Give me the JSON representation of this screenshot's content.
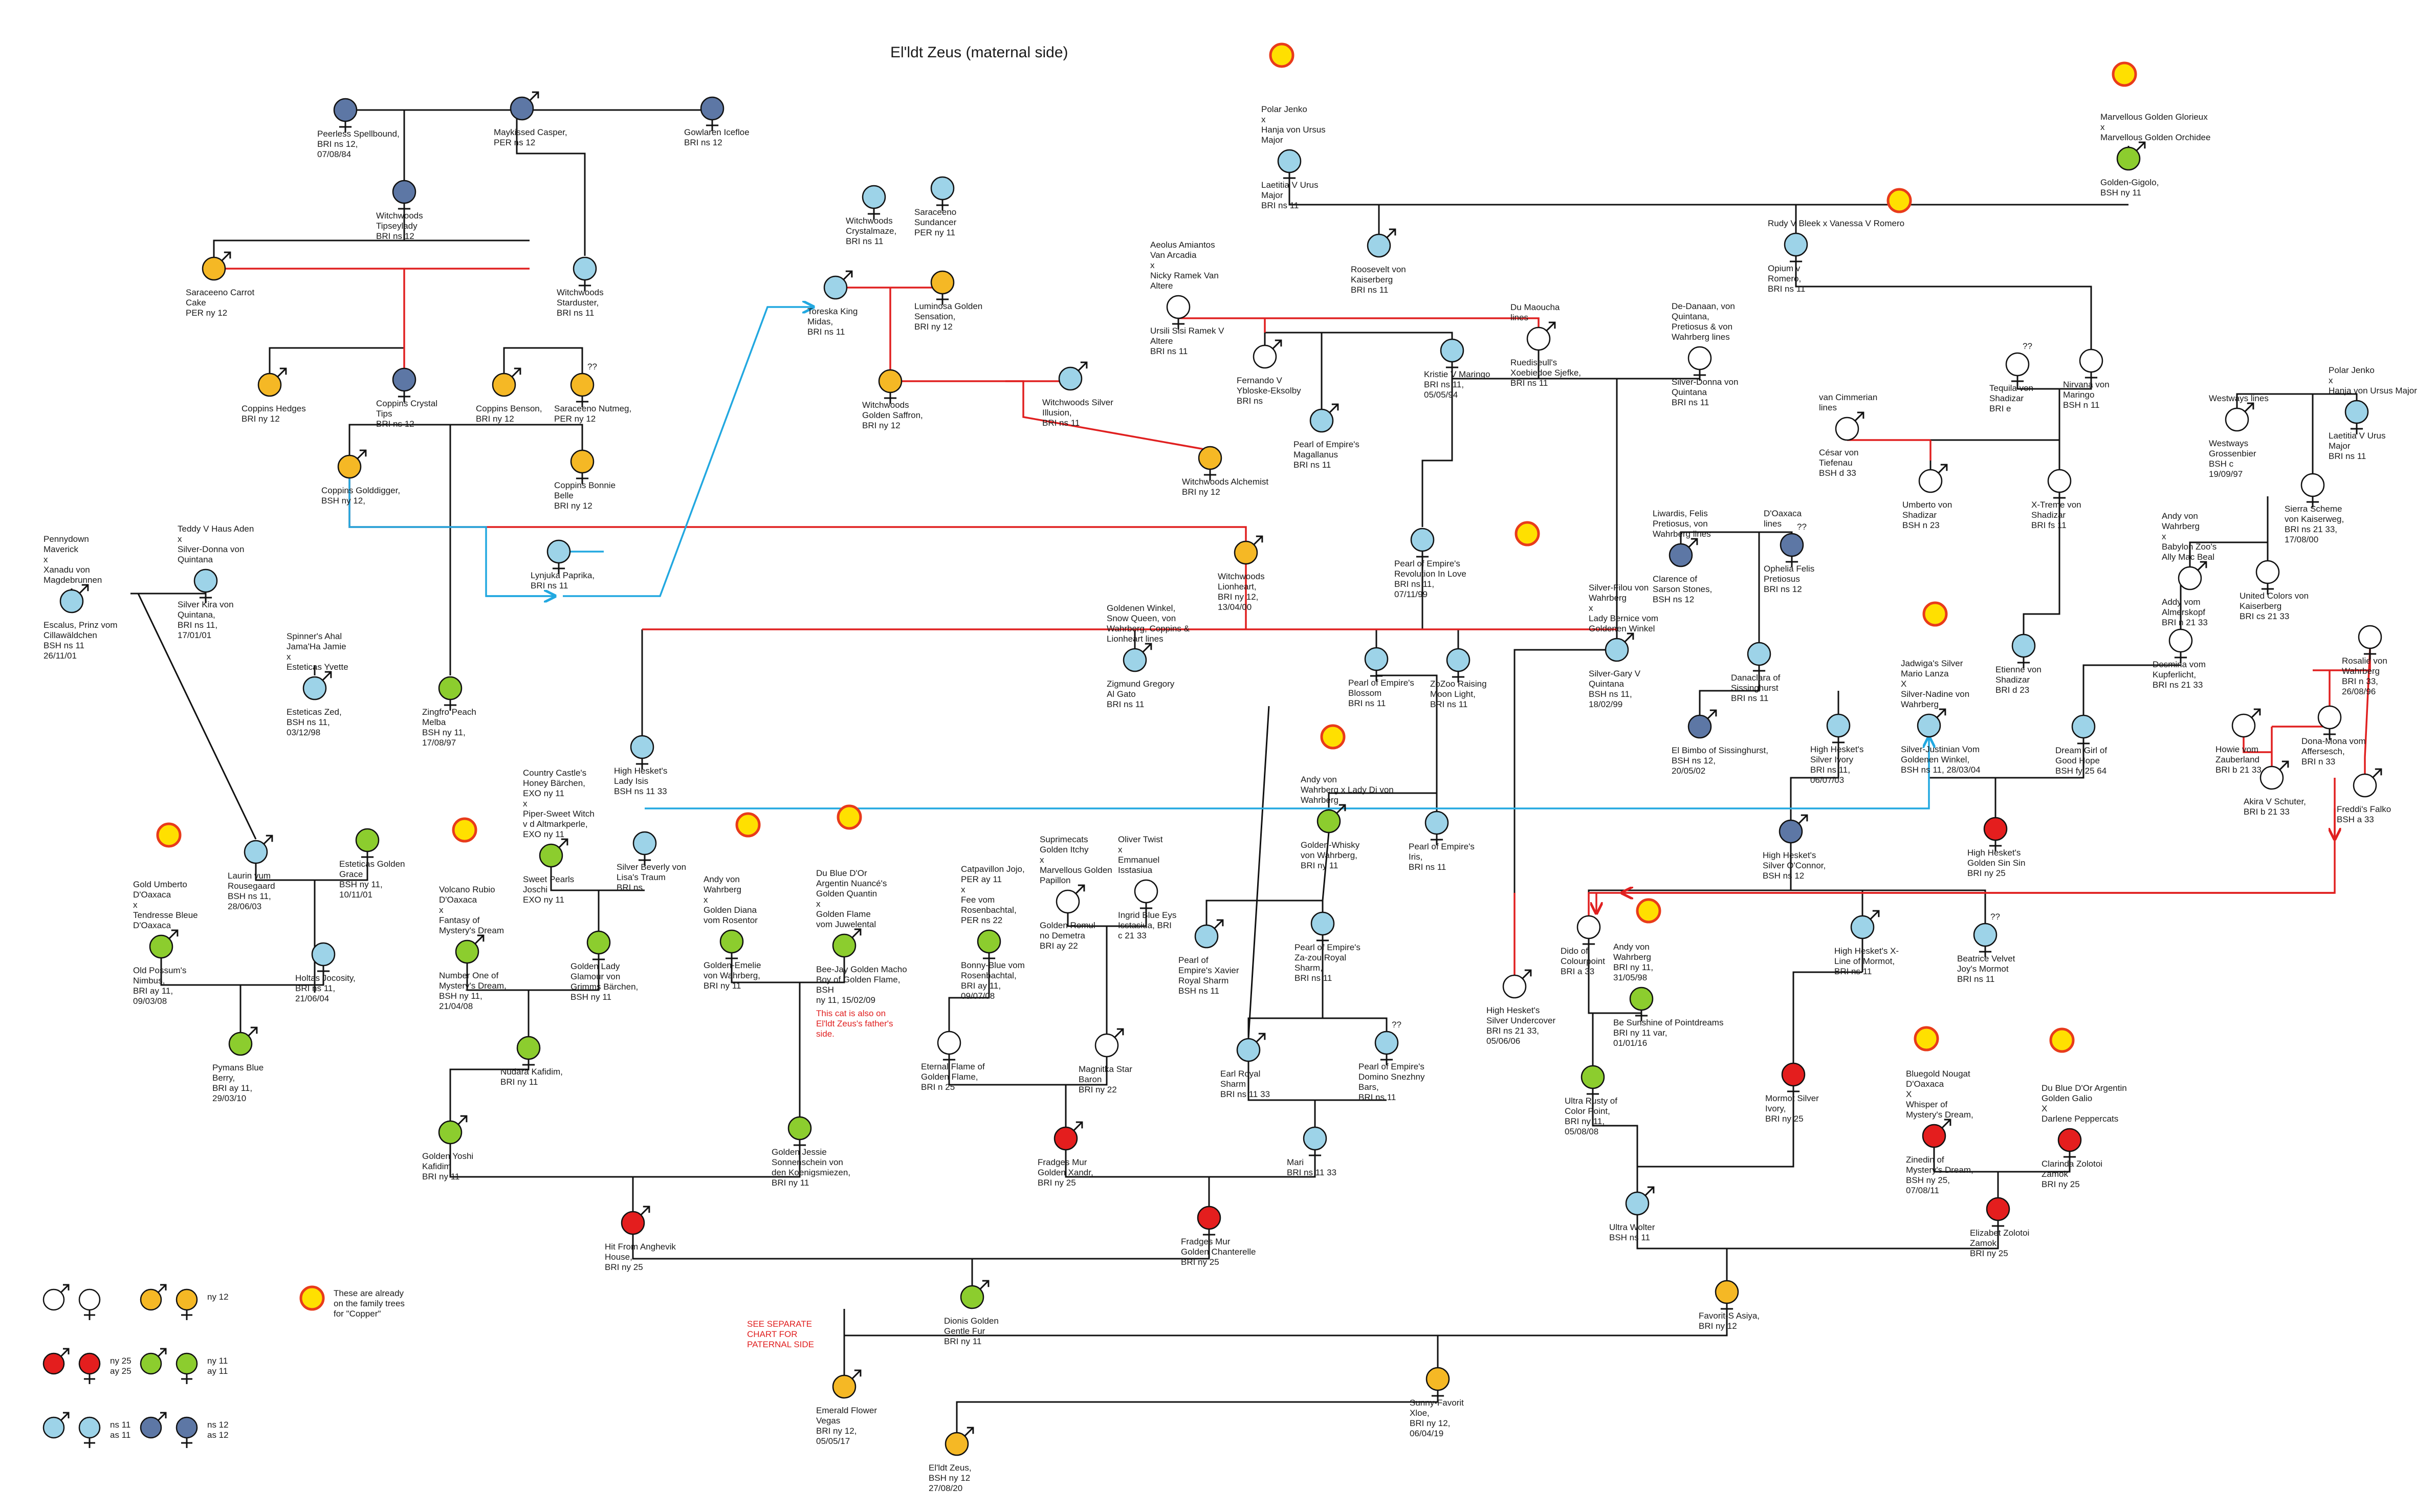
{
  "title": "El'ldt Zeus (maternal side)",
  "colors": {
    "blue": "#9dd3e8",
    "yellow": "#f5b825",
    "green": "#8ccd2e",
    "red": "#e41e1e",
    "slate": "#5d77a5",
    "white": "#ffffff",
    "halo": "#ffe000",
    "halo_ring": "#e83b1b",
    "line_black": "#111111",
    "line_red": "#e02020",
    "line_cyan": "#22a8e0"
  },
  "legend": {
    "items": [
      {
        "colors": [
          "white",
          "white"
        ],
        "text": ""
      },
      {
        "colors": [
          "yellow",
          "yellow"
        ],
        "text": "ny 12"
      },
      {
        "colors": [
          "red",
          "red"
        ],
        "text": "ny 25\nay 25"
      },
      {
        "colors": [
          "green",
          "green"
        ],
        "text": "ny 11\nay 11"
      },
      {
        "colors": [
          "blue",
          "blue"
        ],
        "text": "ns 11\nas 11"
      },
      {
        "colors": [
          "slate",
          "slate"
        ],
        "text": "ns 12\nas 12"
      }
    ],
    "halo_note": "These are already\non the family trees\nfor \"Copper\"",
    "paternal_note": "SEE SEPARATE\nCHART FOR\nPATERNAL SIDE"
  },
  "nodes": [
    {
      "id": "peerless",
      "sex": "f",
      "color": "slate",
      "label": "Peerless Spellbound,\nBRI ns 12,\n07/08/84"
    },
    {
      "id": "maykissed",
      "sex": "m",
      "color": "slate",
      "label": "Maykissed Casper,\nPER ns 12"
    },
    {
      "id": "gowlaren",
      "sex": "f",
      "color": "slate",
      "label": "Gowlaren Icefloe\nBRI ns 12"
    },
    {
      "id": "tipseylady",
      "sex": "f",
      "color": "slate",
      "label": "Witchwoods\nTipseylady\nBRI ns 12"
    },
    {
      "id": "starduster",
      "sex": "f",
      "color": "blue",
      "label": "Witchwoods\nStarduster,\nBRI ns 11"
    },
    {
      "id": "carrotcake",
      "sex": "m",
      "color": "yellow",
      "label": "Saraceeno Carrot\nCake\nPER ny 12"
    },
    {
      "id": "hedges",
      "sex": "m",
      "color": "yellow",
      "label": "Coppins Hedges\nBRI ny 12"
    },
    {
      "id": "crystaltips",
      "sex": "f",
      "color": "slate",
      "label": "Coppins Crystal\nTips\nBRI ns 12"
    },
    {
      "id": "benson",
      "sex": "m",
      "color": "yellow",
      "label": "Coppins Benson,\nBRI ny 12"
    },
    {
      "id": "nutmeg",
      "sex": "f",
      "color": "yellow",
      "label": "Saraceeno Nutmeg,\nPER ny 12",
      "extra": "??"
    },
    {
      "id": "golddigger",
      "sex": "m",
      "color": "yellow",
      "label": "Coppins Golddigger,\nBSH ny 12,"
    },
    {
      "id": "bonniebelle",
      "sex": "f",
      "color": "yellow",
      "label": "Coppins Bonnie\nBelle\nBRI ny 12"
    },
    {
      "id": "paprika",
      "sex": "f",
      "color": "blue",
      "label": "Lynjuka Paprika,\nBRI ns 11"
    },
    {
      "id": "crystalmaze",
      "sex": "f",
      "color": "blue",
      "label": "Witchwoods\nCrystalmaze,\nBRI ns 11"
    },
    {
      "id": "sundancer",
      "sex": "f",
      "color": "blue",
      "label": "Saraceeno\nSundancer\nPER ny 11"
    },
    {
      "id": "toreska",
      "sex": "m",
      "color": "blue",
      "label": "Toreska King\nMidas,\nBRI ns 11"
    },
    {
      "id": "luminosa",
      "sex": "f",
      "color": "yellow",
      "label": "Luminosa Golden\nSensation,\nBRI ny 12"
    },
    {
      "id": "saffron",
      "sex": "f",
      "color": "yellow",
      "label": "Witchwoods\nGolden Saffron,\nBRI ny 12"
    },
    {
      "id": "silverillusion",
      "sex": "m",
      "color": "blue",
      "label": "Witchwoods Silver\nIllusion,\nBRI ns 11"
    },
    {
      "id": "alchemist",
      "sex": "f",
      "color": "yellow",
      "label": "Witchwoods Alchemist\nBRI ny 12"
    },
    {
      "id": "lionheart",
      "sex": "m",
      "color": "yellow",
      "label": "Witchwoods\nLionheart,\nBRI ny 12,\n13/04/00"
    },
    {
      "id": "escalus",
      "sex": "m",
      "color": "blue",
      "label": "Escalus, Prinz vom\nCillawäldchen\nBSH ns 11\n26/11/01",
      "above": "Pennydown\nMaverick\nx\nXanadu von\nMagdebrunnen"
    },
    {
      "id": "silverkira",
      "sex": "f",
      "color": "blue",
      "label": "Silver Kira von\nQuintana,\nBRI ns 11,\n17/01/01",
      "above": "Teddy V Haus Aden\nx\nSilver-Donna von\nQuintana"
    },
    {
      "id": "zed",
      "sex": "m",
      "color": "blue",
      "label": "Esteticas Zed,\nBSH ns 11,\n03/12/98",
      "above": "Spinner's Ahal\nJama'Ha Jamie\nx\nEsteticas Yvette"
    },
    {
      "id": "zingfro",
      "sex": "f",
      "color": "green",
      "label": "Zingfro Peach\nMelba\nBSH ny 11,\n17/08/97"
    },
    {
      "id": "laurin",
      "sex": "m",
      "color": "blue",
      "label": "Laurin vum\nRousegaard\nBSH ns 11,\n28/06/03"
    },
    {
      "id": "goldengrace",
      "sex": "f",
      "color": "green",
      "label": "Esteticas Golden\nGrace\nBSH ny 11,\n10/11/01"
    },
    {
      "id": "oldpossum",
      "sex": "m",
      "color": "green",
      "label": "Old Possum's\nNimbus,\nBRI ay 11,\n09/03/08",
      "above": "Gold Umberto\nD'Oaxaca\nx\nTendresse Bleue\nD'Oaxaca",
      "halo": true
    },
    {
      "id": "holtas",
      "sex": "f",
      "color": "blue",
      "label": "Holtas Jocosity,\nBRI ns 11,\n21/06/04"
    },
    {
      "id": "pymans",
      "sex": "m",
      "color": "green",
      "label": "Pymans Blue\nBerry,\nBRI ay 11,\n29/03/10"
    },
    {
      "id": "sweetpearls",
      "sex": "m",
      "color": "green",
      "label": "Sweet Pearls\nJoschi\nEXO ny 11",
      "above": "Country Castle's\nHoney Bärchen,\nEXO ny 11\nx\nPiper-Sweet Witch\nv d Altmarkperle,\nEXO ny 11"
    },
    {
      "id": "silverbeverly",
      "sex": "f",
      "color": "blue",
      "label": "Silver Beverly von\nLisa's Traum\nBRI ns"
    },
    {
      "id": "numberone",
      "sex": "m",
      "color": "green",
      "label": "Number One of\nMystery's Dream,\nBSH ny 11,\n21/04/08",
      "above": "Volcano Rubio\nD'Oaxaca\nx\nFantasy of\nMystery's Dream",
      "halo": true
    },
    {
      "id": "goldenlady",
      "sex": "f",
      "color": "green",
      "label": "Golden Lady\nGlamour von\nGrimms Bärchen,\nBSH ny 11"
    },
    {
      "id": "nudara",
      "sex": "f",
      "color": "green",
      "label": "Nudara Kafidim,\nBRI ny 11"
    },
    {
      "id": "yoshi",
      "sex": "m",
      "color": "green",
      "label": "Golden Yoshi\nKafidim\nBRI ny 11"
    },
    {
      "id": "emelie",
      "sex": "f",
      "color": "green",
      "label": "Golden-Emelie\nvon Wahrberg,\nBRI ny 11",
      "above": "Andy von\nWahrberg\nx\nGolden Diana\nvom Rosentor",
      "halo": true
    },
    {
      "id": "beejay",
      "sex": "m",
      "color": "green",
      "label": "Bee-Jay Golden Macho\nBoy of Golden Flame,\nBSH\nny 11, 15/02/09",
      "above": "Du Blue D'Or\nArgentin Nuancé's\nGolden Quantin\nx\nGolden Flame\nvom Juwelental",
      "halo": true,
      "note": "This cat is also on\nEl'ldt Zeus's father's\nside."
    },
    {
      "id": "bonnyblue",
      "sex": "f",
      "color": "green",
      "label": "Bonny-Blue vom\nRosenbachtal,\nBRI ay 11,\n09/07/08",
      "above": "Catpavillon Jojo,\nPER ay 11\nx\nFee vom\nRosenbachtal,\nPER ns 22"
    },
    {
      "id": "jessie",
      "sex": "f",
      "color": "green",
      "label": "Golden Jessie\nSonnenschein von\nden Koenigsmiezen,\nBRI ny 11"
    },
    {
      "id": "romul",
      "sex": "m",
      "color": "white",
      "label": "Golden Romul\nno Demetra\nBRI ay 22",
      "above": "Suprimecats\nGolden Itchy\nx\nMarvellous Golden\nPapillon"
    },
    {
      "id": "ingrid",
      "sex": "f",
      "color": "white",
      "label": "Ingrid Blue Eys\nIsstasiua, BRI\nc 21 33",
      "above": "Oliver Twist\nx\nEmmanuel\nIsstasiua"
    },
    {
      "id": "eternalflame",
      "sex": "f",
      "color": "white",
      "label": "Eternal Flame of\nGolden Flame,\nBRI n 25"
    },
    {
      "id": "magnitka",
      "sex": "m",
      "color": "white",
      "label": "Magnitka Star\nBaron\nBRI ny 22"
    },
    {
      "id": "xandr",
      "sex": "m",
      "color": "red",
      "label": "Fradges Mur\nGolden Xandr,\nBRI ny 25"
    },
    {
      "id": "hitfrom",
      "sex": "m",
      "color": "red",
      "label": "Hit From Anghevik\nHouse,\nBRI ny 25"
    },
    {
      "id": "chanterelle",
      "sex": "f",
      "color": "red",
      "label": "Fradges Mur\nGolden Chanterelle\nBRI ny 25"
    },
    {
      "id": "dionis",
      "sex": "m",
      "color": "green",
      "label": "Dionis Golden\nGentle Fur\nBRI ny 11"
    },
    {
      "id": "emerald",
      "sex": "m",
      "color": "yellow",
      "label": "Emerald Flower\nVegas\nBRI ny 12,\n05/05/17"
    },
    {
      "id": "zeus",
      "sex": "m",
      "color": "yellow",
      "label": "El'ldt Zeus,\nBSH ny 12\n27/08/20"
    },
    {
      "id": "sunny",
      "sex": "f",
      "color": "yellow",
      "label": "Sunny-Favorit\nXloe,\nBRI ny 12,\n06/04/19"
    },
    {
      "id": "favorit",
      "sex": "f",
      "color": "yellow",
      "label": "Favorit-S Asiya,\nBRI ny 12"
    },
    {
      "id": "laetitia",
      "sex": "f",
      "color": "blue",
      "label": "Laetitia V Urus\nMajor\nBRI ns 11",
      "above": "Polar Jenko\nx\nHanja von Ursus\nMajor",
      "halo": true
    },
    {
      "id": "roosevelt",
      "sex": "m",
      "color": "blue",
      "label": "Roosevelt von\nKaiserberg\nBRI ns 11"
    },
    {
      "id": "gigolo",
      "sex": "m",
      "color": "green",
      "label": "Golden-Gigolo,\nBSH ny 11",
      "above": "Marvellous Golden Glorieux\nx\nMarvellous Golden Orchidee",
      "halo": true
    },
    {
      "id": "opium",
      "sex": "f",
      "color": "blue",
      "label": "Opium v\nRomero,\nBRI ns 11",
      "above": "Rudy V Bleek  x Vanessa V Romero",
      "halo": true
    },
    {
      "id": "ursili",
      "sex": "f",
      "color": "white",
      "label": "Ursili Sisi Ramek V\nAltere\nBRI ns 11",
      "above": "Aeolus Amiantos\nVan Arcadia\nx\nNicky Ramek Van\nAltere"
    },
    {
      "id": "fernando",
      "sex": "m",
      "color": "white",
      "label": "Fernando V\nYbloske-Eksolby\nBRI ns"
    },
    {
      "id": "kristie",
      "sex": "f",
      "color": "blue",
      "label": "Kristie V Maringo\nBRI ns 11,\n05/05/94"
    },
    {
      "id": "ruediseull",
      "sex": "m",
      "color": "white",
      "label": "Ruediseull's\nXoebiedoe Sjefke,\nBRI ns 11",
      "above": "Du Maoucha\nlines"
    },
    {
      "id": "silverdonna",
      "sex": "f",
      "color": "white",
      "label": "Silver-Donna von\nQuintana\nBRI ns 11",
      "above": "De-Danaan, von\nQuintana,\nPretiosus & von\nWahrberg lines"
    },
    {
      "id": "magallanus",
      "sex": "m",
      "color": "blue",
      "label": "Pearl of Empire's\nMagallanus\nBRI ns 11"
    },
    {
      "id": "revolution",
      "sex": "f",
      "color": "blue",
      "label": "Pearl of Empire's\nRevolution In Love\nBRI ns 11,\n07/11/99"
    },
    {
      "id": "tequila",
      "sex": "f",
      "color": "white",
      "label": "Tequila von\nShadizar\nBRI e",
      "extra": "??"
    },
    {
      "id": "nirvana",
      "sex": "f",
      "color": "white",
      "label": "Nirvana von\nMaringo\nBSH n 11"
    },
    {
      "id": "cesar",
      "sex": "m",
      "color": "white",
      "label": "César von\nTiefenau\nBSH d 33",
      "above": "van Cimmerian\nlines"
    },
    {
      "id": "umberto",
      "sex": "m",
      "color": "white",
      "label": "Umberto von\nShadizar\nBSH n 23"
    },
    {
      "id": "xtreme",
      "sex": "f",
      "color": "white",
      "label": "X-Treme von\nShadizar\nBRI fs 11"
    },
    {
      "id": "grossenbier",
      "sex": "m",
      "color": "white",
      "label": "Westways\nGrossenbier\nBSH c\n19/09/97",
      "above": "Westways lines"
    },
    {
      "id": "laetitia2",
      "sex": "f",
      "color": "blue",
      "label": "Laetitia V Urus\nMajor\nBRI ns 11",
      "above": "Polar Jenko\nx\nHanja von Ursus Major"
    },
    {
      "id": "sierra",
      "sex": "f",
      "color": "white",
      "label": "Sierra Scheme\nvon Kaiserweg,\nBRI ns 21 33,\n17/08/00"
    },
    {
      "id": "addy",
      "sex": "m",
      "color": "white",
      "label": "Addy vom\nAlmerskopf\nBRI n 21 33",
      "above": "Andy von\nWahrberg\nx\nBabylon Zoo's\nAlly Mac Beal"
    },
    {
      "id": "unitedcolors",
      "sex": "f",
      "color": "white",
      "label": "United Colors von\nKaiserberg\nBRI cs 21 33"
    },
    {
      "id": "clarence",
      "sex": "m",
      "color": "slate",
      "label": "Clarence of\nSarson Stones,\nBSH ns 12",
      "above": "Liwardis, Felis\nPretiosus, von\nWahrberg lines"
    },
    {
      "id": "ophelia",
      "sex": "f",
      "color": "slate",
      "label": "Ophelia Felis\nPretiosus\nBRI ns 12",
      "above": "D'Oaxaca\nlines",
      "extra": "??"
    },
    {
      "id": "silvergary",
      "sex": "m",
      "color": "blue",
      "label": "Silver-Gary V\nQuintana\nBSH ns 11,\n18/02/99",
      "above": "Silver-Filou von\nWahrberg\nx\nLady Bernice vom\nGoldenen Winkel",
      "halo": true
    },
    {
      "id": "danaclara",
      "sex": "f",
      "color": "blue",
      "label": "Danaclara of\nSissinghurst\nBRI ns 11"
    },
    {
      "id": "zigmund",
      "sex": "m",
      "color": "blue",
      "label": "Zigmund Gregory\nAl Gato\nBRI ns 11",
      "above": "Goldenen Winkel,\nSnow Queen, von\nWahrberg, Coppins &\nLionheart lines"
    },
    {
      "id": "blossom",
      "sex": "f",
      "color": "blue",
      "label": "Pearl of Empire's\nBlossom\nBRI ns 11"
    },
    {
      "id": "zozoo",
      "sex": "f",
      "color": "blue",
      "label": "ZoZoo Raising\nMoon Light,\nBRI ns 11"
    },
    {
      "id": "ladyisis",
      "sex": "f",
      "color": "blue",
      "label": "High Hesket's\nLady Isis\nBSH ns 11 33"
    },
    {
      "id": "goldenwhisky",
      "sex": "m",
      "color": "green",
      "label": "Golden-Whisky\nvon Wahrberg,\nBRI ny 11",
      "above": "Andy von\nWahrberg   x   Lady Di von\nWahrberg",
      "halo": true
    },
    {
      "id": "iris",
      "sex": "f",
      "color": "blue",
      "label": "Pearl of Empire's\nIris,\nBRI ns 11"
    },
    {
      "id": "xavier",
      "sex": "m",
      "color": "blue",
      "label": "Pearl of\nEmpire's Xavier\nRoyal Sharm\nBSH ns 11"
    },
    {
      "id": "zazou",
      "sex": "f",
      "color": "blue",
      "label": "Pearl of Empire's\nZa-zou Royal\nSharm,\nBRI ns 11"
    },
    {
      "id": "earlroyal",
      "sex": "m",
      "color": "blue",
      "label": "Earl Royal\nSharm\nBRI ns 11 33"
    },
    {
      "id": "domino",
      "sex": "f",
      "color": "blue",
      "label": "Pearl of Empire's\nDomino Snezhny\nBars,\nBRI ns 11",
      "extra": "??"
    },
    {
      "id": "mari",
      "sex": "f",
      "color": "blue",
      "label": "Mari\nBRI ns 11 33"
    },
    {
      "id": "elbimbo",
      "sex": "m",
      "color": "slate",
      "label": "El Bimbo of Sissinghurst,\nBSH ns 12,\n20/05/02"
    },
    {
      "id": "silverivory",
      "sex": "f",
      "color": "blue",
      "label": "High Hesket's\nSilver Ivory\nBRI ns 11,\n06/07/03"
    },
    {
      "id": "justinian",
      "sex": "m",
      "color": "blue",
      "label": "Silver-Justinian Vom\nGoldenen Winkel,\nBSH ns 11, 28/03/04",
      "above": "Jadwiga's Silver\nMario Lanza\nX\nSilver-Nadine von\nWahrberg",
      "halo": true
    },
    {
      "id": "oconnor",
      "sex": "m",
      "color": "slate",
      "label": "High Hesket's\nSilver O'Connor,\nBSH ns 12"
    },
    {
      "id": "sinsin",
      "sex": "f",
      "color": "red",
      "label": "High Hesket's\nGolden Sin Sin\nBRI ny 25"
    },
    {
      "id": "etienne",
      "sex": "f",
      "color": "blue",
      "label": "Etienne von\nShadizar\nBRI d 23"
    },
    {
      "id": "dreamgirl",
      "sex": "f",
      "color": "blue",
      "label": "Dream Girl of\nGood Hope\nBSH fy 25 64"
    },
    {
      "id": "desmina",
      "sex": "f",
      "color": "white",
      "label": "Desmina vom\nKupferlicht,\nBRI ns 21 33"
    },
    {
      "id": "rosalie",
      "sex": "f",
      "color": "white",
      "label": "Rosalie von\nWahrberg\nBRI n 33,\n26/08/96"
    },
    {
      "id": "howie",
      "sex": "m",
      "color": "white",
      "label": "Howie vom\nZauberland\nBRI b 21 33"
    },
    {
      "id": "donamona",
      "sex": "f",
      "color": "white",
      "label": "Dona-Mona vom\nAffersesch,\nBRI n 33"
    },
    {
      "id": "akira",
      "sex": "m",
      "color": "white",
      "label": "Akira V Schuter,\nBRI b 21 33"
    },
    {
      "id": "freddis",
      "sex": "m",
      "color": "white",
      "label": "Freddi's Falko\nBSH a 33"
    },
    {
      "id": "undercover",
      "sex": "m",
      "color": "white",
      "label": "High Hesket's\nSilver Undercover\nBRI ns 21 33,\n05/06/06"
    },
    {
      "id": "dido",
      "sex": "f",
      "color": "white",
      "label": "Dido of\nColourpoint\nBRI a 33"
    },
    {
      "id": "besunshine",
      "sex": "f",
      "color": "green",
      "label": "Be Sunshine of Pointdreams\nBRI ny 11 var,\n01/01/16",
      "above": "Andy von\nWahrberg\nBRI ny 11,\n31/05/98",
      "halo": true
    },
    {
      "id": "xline",
      "sex": "m",
      "color": "blue",
      "label": "High Hesket's X-\nLine of Mormot,\nBRI ns 11"
    },
    {
      "id": "beatrice",
      "sex": "f",
      "color": "blue",
      "label": "Beatrice Velvet\nJoy's Mormot\nBRI ns 11",
      "extra": "??"
    },
    {
      "id": "ultrarusty",
      "sex": "f",
      "color": "green",
      "label": "Ultra Rusty of\nColor Point,\nBRI ny 11,\n05/08/08"
    },
    {
      "id": "mormotsilver",
      "sex": "f",
      "color": "red",
      "label": "Mormot Silver\nIvory,\nBRI ny 25"
    },
    {
      "id": "zinedin",
      "sex": "m",
      "color": "red",
      "label": "Zinedin of\nMystery's Dream,\nBSH ny 25,\n07/08/11",
      "above": "Bluegold Nougat\nD'Oaxaca\nX\nWhisper of\nMystery's Dream,",
      "halo": true
    },
    {
      "id": "clarinda",
      "sex": "f",
      "color": "red",
      "label": "Clarinda Zolotoi\nZamok\nBRI ny 25",
      "above": "Du Blue D'Or Argentin\nGolden Galio\nX\nDarlene Peppercats",
      "halo": true
    },
    {
      "id": "ultrawolter",
      "sex": "m",
      "color": "blue",
      "label": "Ultra Wolter\nBSH ns 11"
    },
    {
      "id": "elizabet",
      "sex": "f",
      "color": "red",
      "label": "Elizabet Zolotoi\nZamok\nBRI ny 25"
    }
  ]
}
